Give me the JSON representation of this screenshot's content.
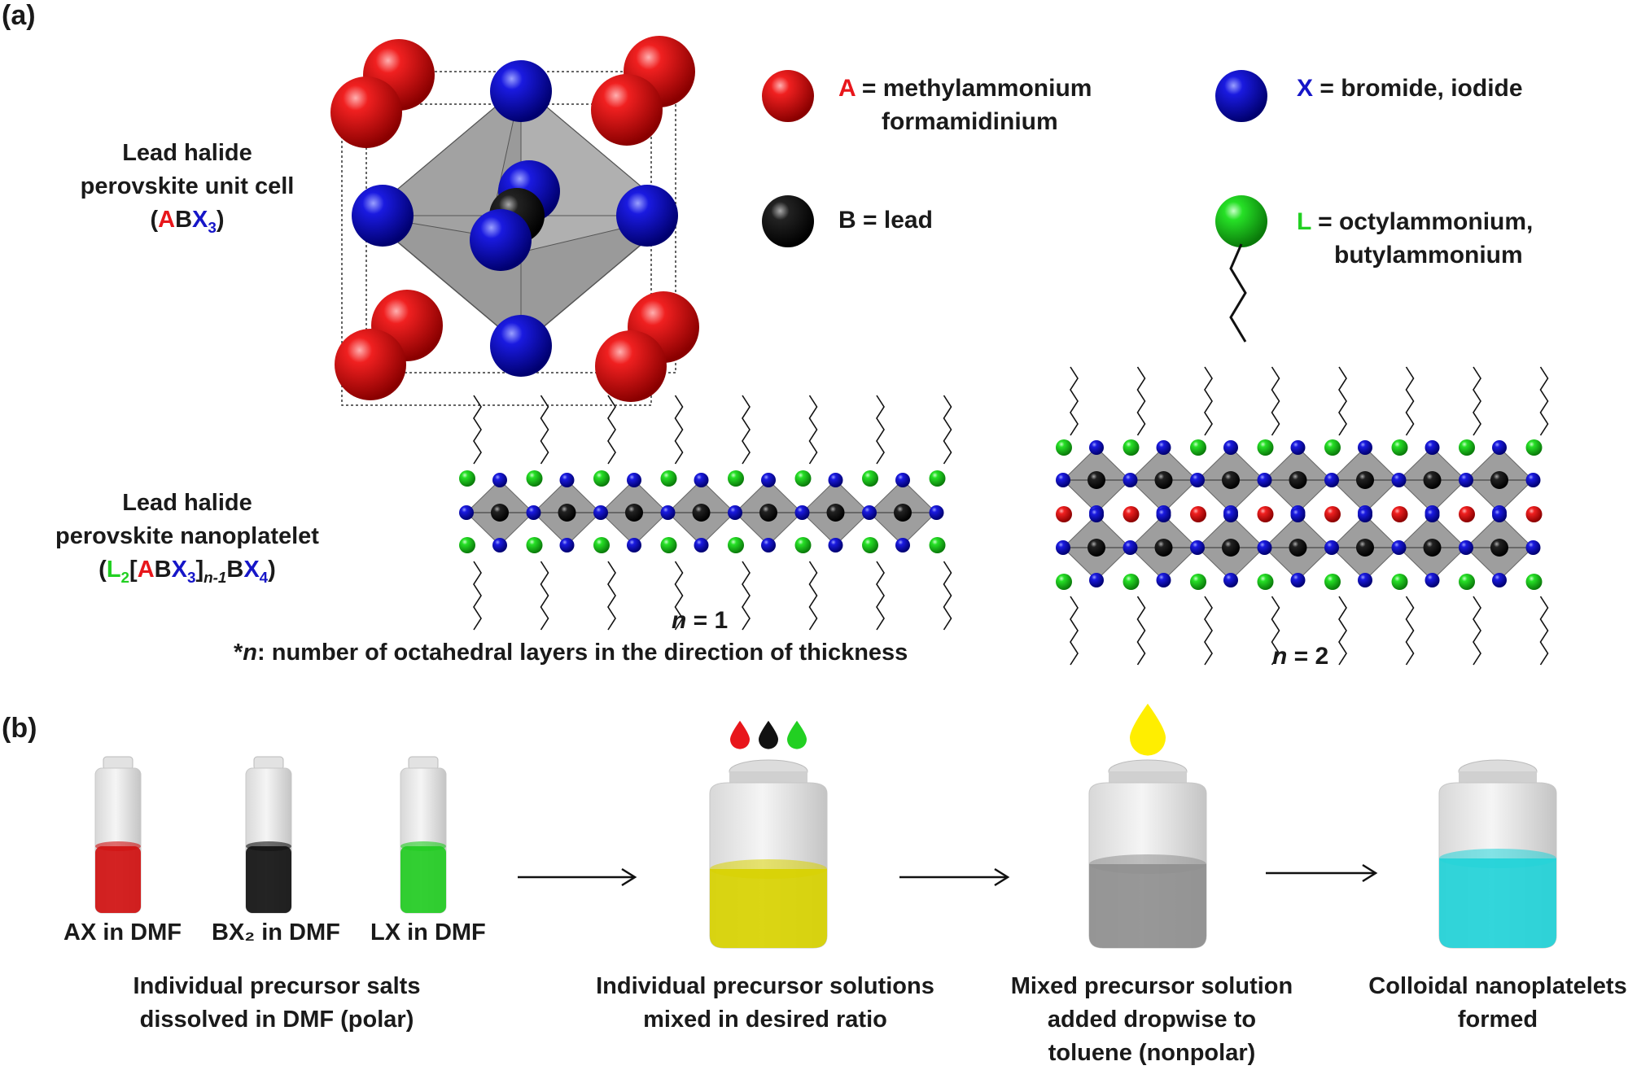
{
  "panel_a": {
    "label": "(a)",
    "unit_cell": {
      "title_line1": "Lead halide",
      "title_line2": "perovskite unit cell",
      "formula": {
        "open": "(",
        "A": "A",
        "B": "B",
        "X": "X",
        "sub3": "3",
        "close": ")"
      }
    },
    "legend": {
      "A": {
        "letter": "A",
        "text1": " = methylammonium",
        "text2": "formamidinium",
        "color": "#e8161b"
      },
      "B": {
        "letter": "B",
        "text": " = lead",
        "color": "#000000"
      },
      "X": {
        "letter": "X",
        "text": " = bromide, iodide",
        "color": "#1616c8"
      },
      "L": {
        "letter": "L",
        "text1": " = octylammonium,",
        "text2": "butylammonium",
        "color": "#22d022"
      }
    },
    "nanoplatelet": {
      "title_line1": "Lead halide",
      "title_line2": "perovskite nanoplatelet",
      "formula": {
        "open": "(",
        "L": "L",
        "sub2": "2",
        "bracket_open": "[",
        "A": "A",
        "B": "B",
        "X": "X",
        "sub3": "3",
        "bracket_close": "]",
        "subn": "n-1",
        "B2": "B",
        "X2": "X",
        "sub4": "4",
        "close": ")"
      }
    },
    "n1_label": {
      "n": "n",
      "rest": " = 1"
    },
    "n2_label": {
      "n": "n",
      "rest": " = 2"
    },
    "footnote": {
      "star": "*",
      "n": "n",
      "rest": ": number of octahedral layers in the direction of thickness"
    }
  },
  "panel_b": {
    "label": "(b)",
    "vials": [
      {
        "label": "AX in DMF",
        "color": "#d01010"
      },
      {
        "label": "BX₂ in DMF",
        "color": "#111111"
      },
      {
        "label": "LX in DMF",
        "color": "#22cc22"
      }
    ],
    "steps": [
      {
        "line1": "Individual precursor salts",
        "line2": "dissolved in DMF (polar)",
        "line3": ""
      },
      {
        "line1": "Individual precursor solutions",
        "line2": "mixed in desired ratio",
        "line3": ""
      },
      {
        "line1": "Mixed precursor solution",
        "line2": "added dropwise to",
        "line3": "toluene (nonpolar)"
      },
      {
        "line1": "Colloidal nanoplatelets",
        "line2": "formed",
        "line3": ""
      }
    ],
    "jar_colors": {
      "mixed": "#d8d200",
      "toluene": "#8f8f8f",
      "colloid": "#22d3d8",
      "drop": "#ffee00"
    }
  }
}
